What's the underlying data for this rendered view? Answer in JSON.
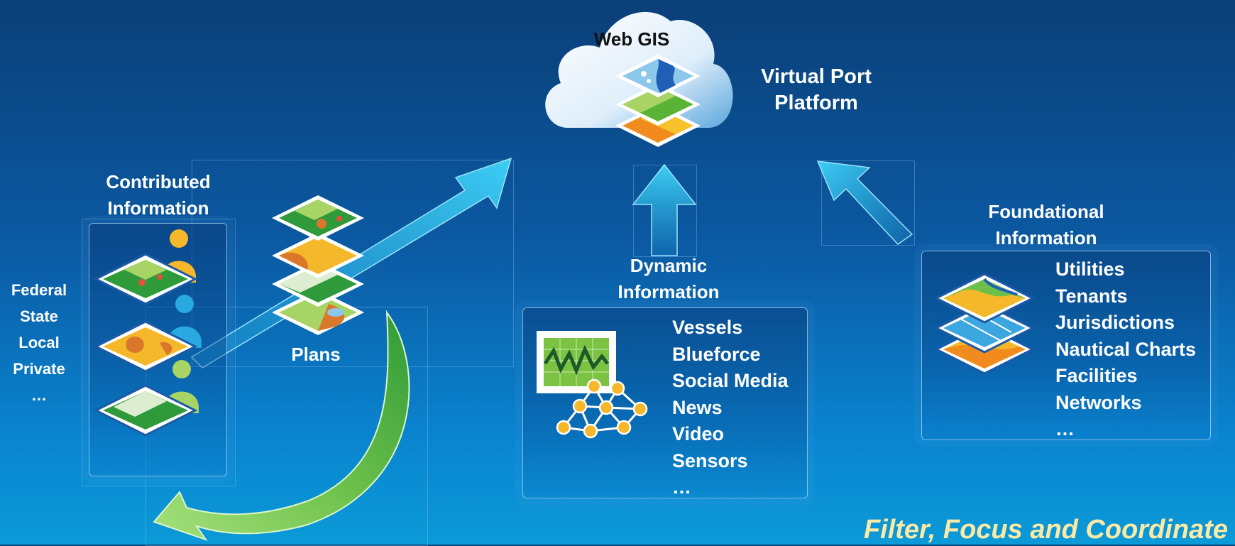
{
  "cloud": {
    "label": "Web GIS"
  },
  "platform": {
    "line1": "Virtual Port",
    "line2": "Platform"
  },
  "contributed": {
    "heading1": "Contributed",
    "heading2": "Information",
    "sources": [
      "Federal",
      "State",
      "Local",
      "Private",
      "…"
    ]
  },
  "plans": {
    "label": "Plans"
  },
  "dynamic": {
    "heading1": "Dynamic",
    "heading2": "Information",
    "items": [
      "Vessels",
      "Blueforce",
      "Social Media",
      "News",
      "Video",
      "Sensors",
      "…"
    ]
  },
  "foundational": {
    "heading1": "Foundational",
    "heading2": "Information",
    "items": [
      "Utilities",
      "Tenants",
      "Jurisdictions",
      "Nautical Charts",
      "Facilities",
      "Networks",
      "…"
    ]
  },
  "footer": {
    "tagline": "Filter, Focus and Coordinate"
  },
  "colors": {
    "arrow_blue": "#33c4f0",
    "arrow_green": "#6cc04a",
    "tagline": "#fbe9a6"
  }
}
